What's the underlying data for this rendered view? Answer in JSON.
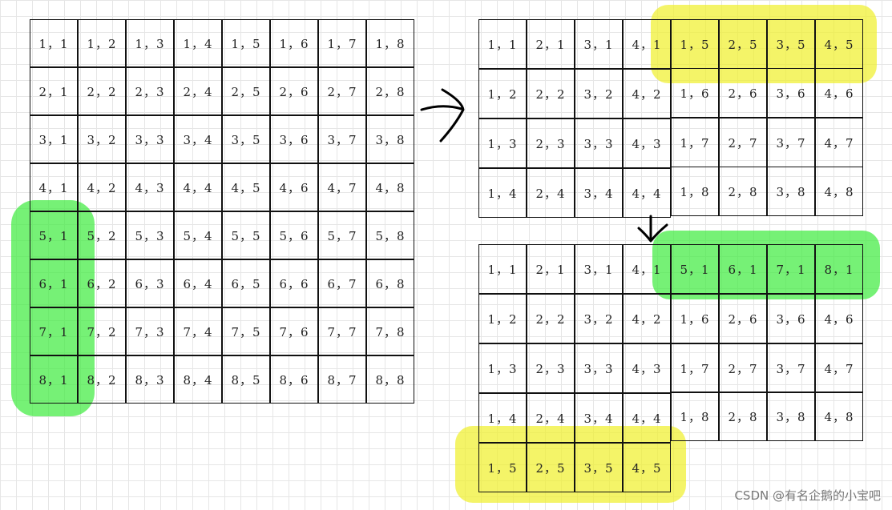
{
  "left_grid": {
    "rows": [
      [
        "1，1",
        "1，2",
        "1，3",
        "1，4",
        "1，5",
        "1，6",
        "1，7",
        "1，8"
      ],
      [
        "2，1",
        "2，2",
        "2，3",
        "2，4",
        "2，5",
        "2，6",
        "2，7",
        "2，8"
      ],
      [
        "3，1",
        "3，2",
        "3，3",
        "3，4",
        "3，5",
        "3，6",
        "3，7",
        "3，8"
      ],
      [
        "4，1",
        "4，2",
        "4，3",
        "4，4",
        "4，5",
        "4，6",
        "4，7",
        "4，8"
      ],
      [
        "5，1",
        "5，2",
        "5，3",
        "5，4",
        "5，5",
        "5，6",
        "5，7",
        "5，8"
      ],
      [
        "6，1",
        "6，2",
        "6，3",
        "6，4",
        "6，5",
        "6，6",
        "6，7",
        "6，8"
      ],
      [
        "7，1",
        "7，2",
        "7，3",
        "7，4",
        "7，5",
        "7，6",
        "7，7",
        "7，8"
      ],
      [
        "8，1",
        "8，2",
        "8，3",
        "8，4",
        "8，5",
        "8，6",
        "8，7",
        "8，8"
      ]
    ]
  },
  "top_right_grid": {
    "rows": [
      [
        "1，1",
        "2，1",
        "3，1",
        "4，1",
        "1，5",
        "2，5",
        "3，5",
        "4，5"
      ],
      [
        "1，2",
        "2，2",
        "3，2",
        "4，2",
        "1，6",
        "2，6",
        "3，6",
        "4，6"
      ],
      [
        "1，3",
        "2，3",
        "3，3",
        "4，3",
        "1，7",
        "2，7",
        "3，7",
        "4，7"
      ],
      [
        "1，4",
        "2，4",
        "3，4",
        "4，4",
        "1，8",
        "2，8",
        "3，8",
        "4，8"
      ]
    ]
  },
  "bottom_right_grid": {
    "rows": [
      [
        "1，1",
        "2，1",
        "3，1",
        "4，1",
        "5，1",
        "6，1",
        "7，1",
        "8，1"
      ],
      [
        "1，2",
        "2，2",
        "3，2",
        "4，2",
        "1，6",
        "2，6",
        "3，6",
        "4，6"
      ],
      [
        "1，3",
        "2，3",
        "3，3",
        "4，3",
        "1，7",
        "2，7",
        "3，7",
        "4，7"
      ],
      [
        "1，4",
        "2，4",
        "3，4",
        "4，4",
        "1，8",
        "2，8",
        "3，8",
        "4，8"
      ]
    ],
    "extra_row": [
      "1，5",
      "2，5",
      "3，5",
      "4，5"
    ]
  },
  "highlight_colors": {
    "yellow": "#f0f028",
    "green": "#3ceb3c"
  },
  "watermark": "CSDN @有名企鹅的小宝吧"
}
